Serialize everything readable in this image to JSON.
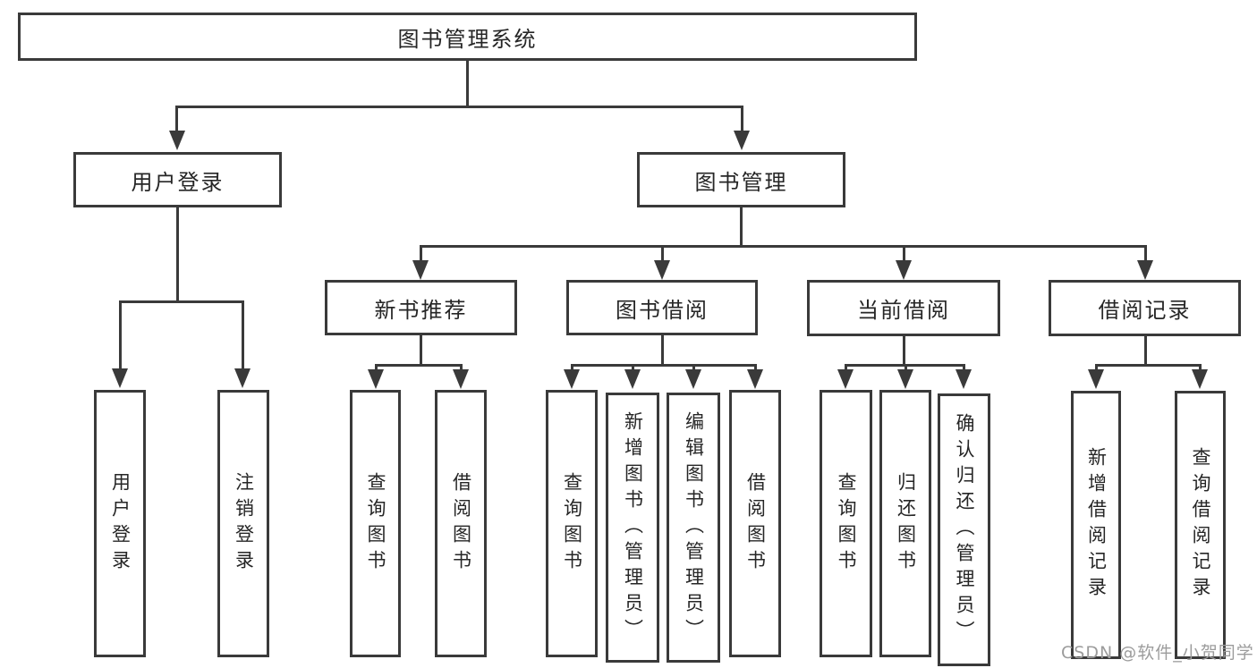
{
  "diagram_title": "图书管理系统",
  "colors": {
    "border": "#3a3a3a",
    "line": "#3a3a3a",
    "text": "#262626",
    "watermark": "#9c9c9c",
    "background": "#ffffff"
  },
  "tree": {
    "label": "图书管理系统",
    "children": [
      {
        "label": "用户登录",
        "children": [
          {
            "label": "用户登录"
          },
          {
            "label": "注销登录"
          }
        ]
      },
      {
        "label": "图书管理",
        "children": [
          {
            "label": "新书推荐",
            "children": [
              {
                "label": "查询图书"
              },
              {
                "label": "借阅图书"
              }
            ]
          },
          {
            "label": "图书借阅",
            "children": [
              {
                "label": "查询图书"
              },
              {
                "label": "新增图书（管理员）"
              },
              {
                "label": "编辑图书（管理员）"
              },
              {
                "label": "借阅图书"
              }
            ]
          },
          {
            "label": "当前借阅",
            "children": [
              {
                "label": "查询图书"
              },
              {
                "label": "归还图书"
              },
              {
                "label": "确认归还（管理员）"
              }
            ]
          },
          {
            "label": "借阅记录",
            "children": [
              {
                "label": "新增借阅记录"
              },
              {
                "label": "查询借阅记录"
              }
            ]
          }
        ]
      }
    ]
  },
  "watermark": "CSDN @软件_小贺同学"
}
